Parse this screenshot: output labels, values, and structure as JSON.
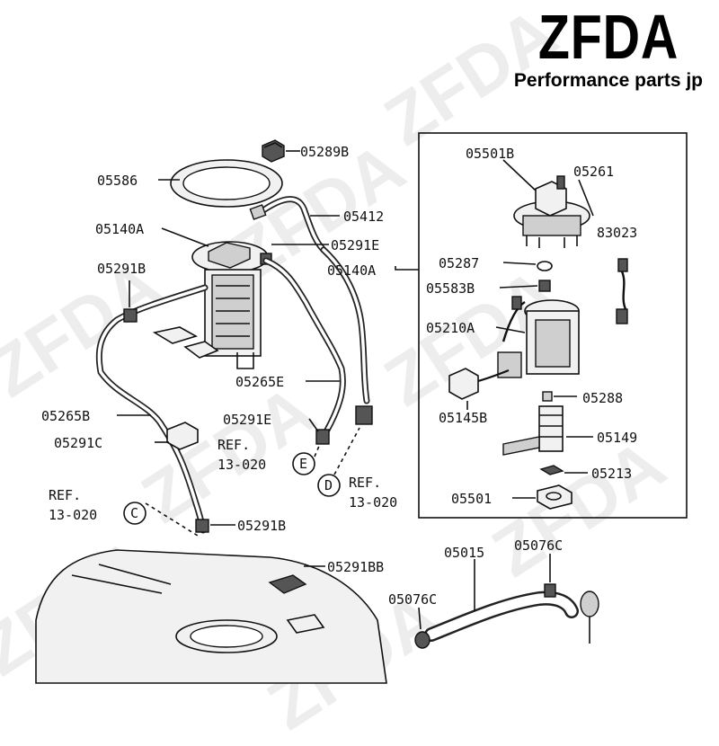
{
  "brand": {
    "mark": "ZFDA",
    "subtitle": "Performance parts jp",
    "watermark": "ZFDA"
  },
  "labels": {
    "p05289B": "05289B",
    "p05586": "05586",
    "p05412": "05412",
    "p05140A_left": "05140A",
    "p05291E_top": "05291E",
    "p05140A_right": "05140A",
    "p05291B_top": "05291B",
    "p05265E": "05265E",
    "p05265B": "05265B",
    "p05291E_mid": "05291E",
    "p05291C": "05291C",
    "p05291B_bottom": "05291B",
    "p05291BB": "05291BB",
    "p05015": "05015",
    "p05076C_top": "05076C",
    "p05076C_left": "05076C",
    "p05501B": "05501B",
    "p05261": "05261",
    "p83023": "83023",
    "p05287": "05287",
    "p05583B": "05583B",
    "p05210A": "05210A",
    "p05288": "05288",
    "p05145B": "05145B",
    "p05149": "05149",
    "p05213": "05213",
    "p05501": "05501"
  },
  "refs": {
    "ref_c": {
      "word": "REF.",
      "code": "13-020",
      "circle": "C"
    },
    "ref_d": {
      "word": "REF.",
      "code": "13-020",
      "circle": "D"
    },
    "ref_e": {
      "word": "REF.",
      "code": "13-020",
      "circle": "E"
    }
  }
}
